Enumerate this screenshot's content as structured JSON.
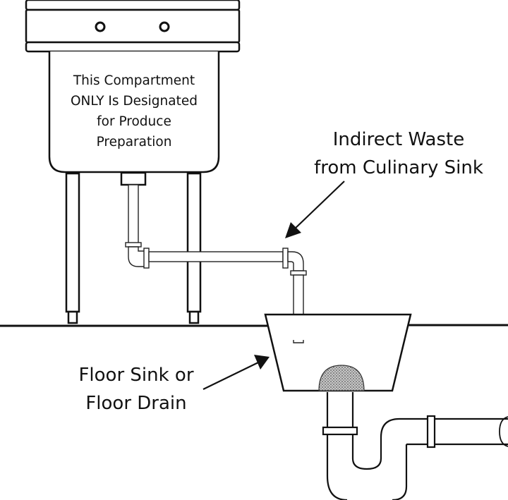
{
  "sink_label": {
    "lines": [
      "This Compartment",
      "ONLY Is Designated",
      "for Produce",
      "Preparation"
    ]
  },
  "waste_label": {
    "lines": [
      "Indirect Waste",
      "from Culinary Sink"
    ]
  },
  "drain_label": {
    "lines": [
      "Floor Sink or",
      "Floor Drain"
    ]
  },
  "colors": {
    "line": "#111111",
    "background": "#ffffff",
    "strainer": "#8a8a8a"
  }
}
